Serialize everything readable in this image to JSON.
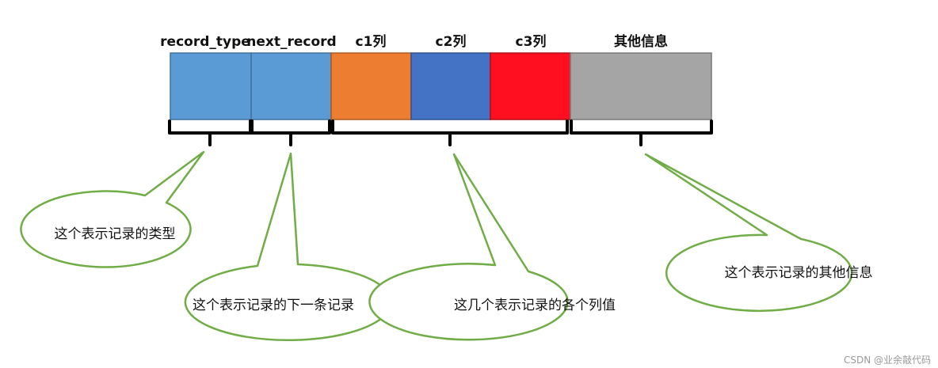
{
  "fields": [
    {
      "label": "record_type",
      "color": "#5B9BD5"
    },
    {
      "label": "next_record",
      "color": "#5B9BD5"
    },
    {
      "label": "c1列",
      "color": "#ED7D31"
    },
    {
      "label": "c2列",
      "color": "#4472C4"
    },
    {
      "label": "c3列",
      "color": "#FF0F1F"
    },
    {
      "label": "其他信息",
      "color": "#A5A5A5"
    }
  ],
  "callouts": [
    {
      "text": "这个表示记录的类型"
    },
    {
      "text": "这个表示记录的下一条记录"
    },
    {
      "text": "这几个表示记录的各个列值"
    },
    {
      "text": "这个表示记录的其他信息"
    }
  ],
  "colors": {
    "bubble_stroke": "#70AD47",
    "bracket": "#000000"
  },
  "watermark": "CSDN @业余敲代码"
}
